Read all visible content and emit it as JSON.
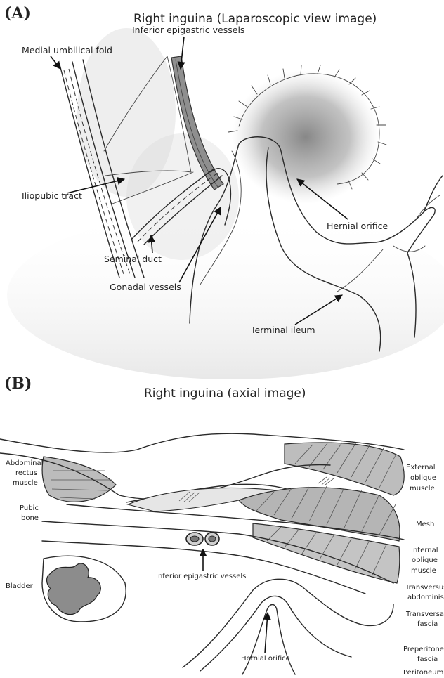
{
  "panel_a": {
    "letter": "(A)",
    "title": "Right inguina (Laparoscopic view image)",
    "labels": {
      "medial_umbilical_fold": "Medial umbilical fold",
      "inferior_epigastric_vessels": "Inferior epigastric vessels",
      "iliopubic_tract": "Iliopubic tract",
      "hernial_orifice": "Hernial orifice",
      "seminal_duct": "Seminal duct",
      "gonadal_vessels": "Gonadal vessels",
      "terminal_ileum": "Terminal ileum"
    }
  },
  "panel_b": {
    "letter": "(B)",
    "title": "Right inguina (axial image)",
    "labels": {
      "abdominal_rectus_muscle": [
        "Abdominal",
        "rectus",
        "muscle"
      ],
      "pubic_bone": [
        "Pubic",
        "bone"
      ],
      "bladder": "Bladder",
      "inferior_epigastric_vessels": "Inferior epigastric vessels",
      "hernial_orifice": "Hernial orifice",
      "external_oblique_muscle": [
        "External",
        "oblique",
        "muscle"
      ],
      "mesh": "Mesh",
      "internal_oblique_muscle": [
        "Internal",
        "oblique",
        "muscle"
      ],
      "transversus_abdominis": [
        "Transversus",
        "abdominis"
      ],
      "transversalis_fascia": [
        "Transversalis",
        "fascia"
      ],
      "preperitoneal_fascia": [
        "Preperitoneal",
        "fascia"
      ],
      "peritoneum": "Peritoneum"
    }
  }
}
